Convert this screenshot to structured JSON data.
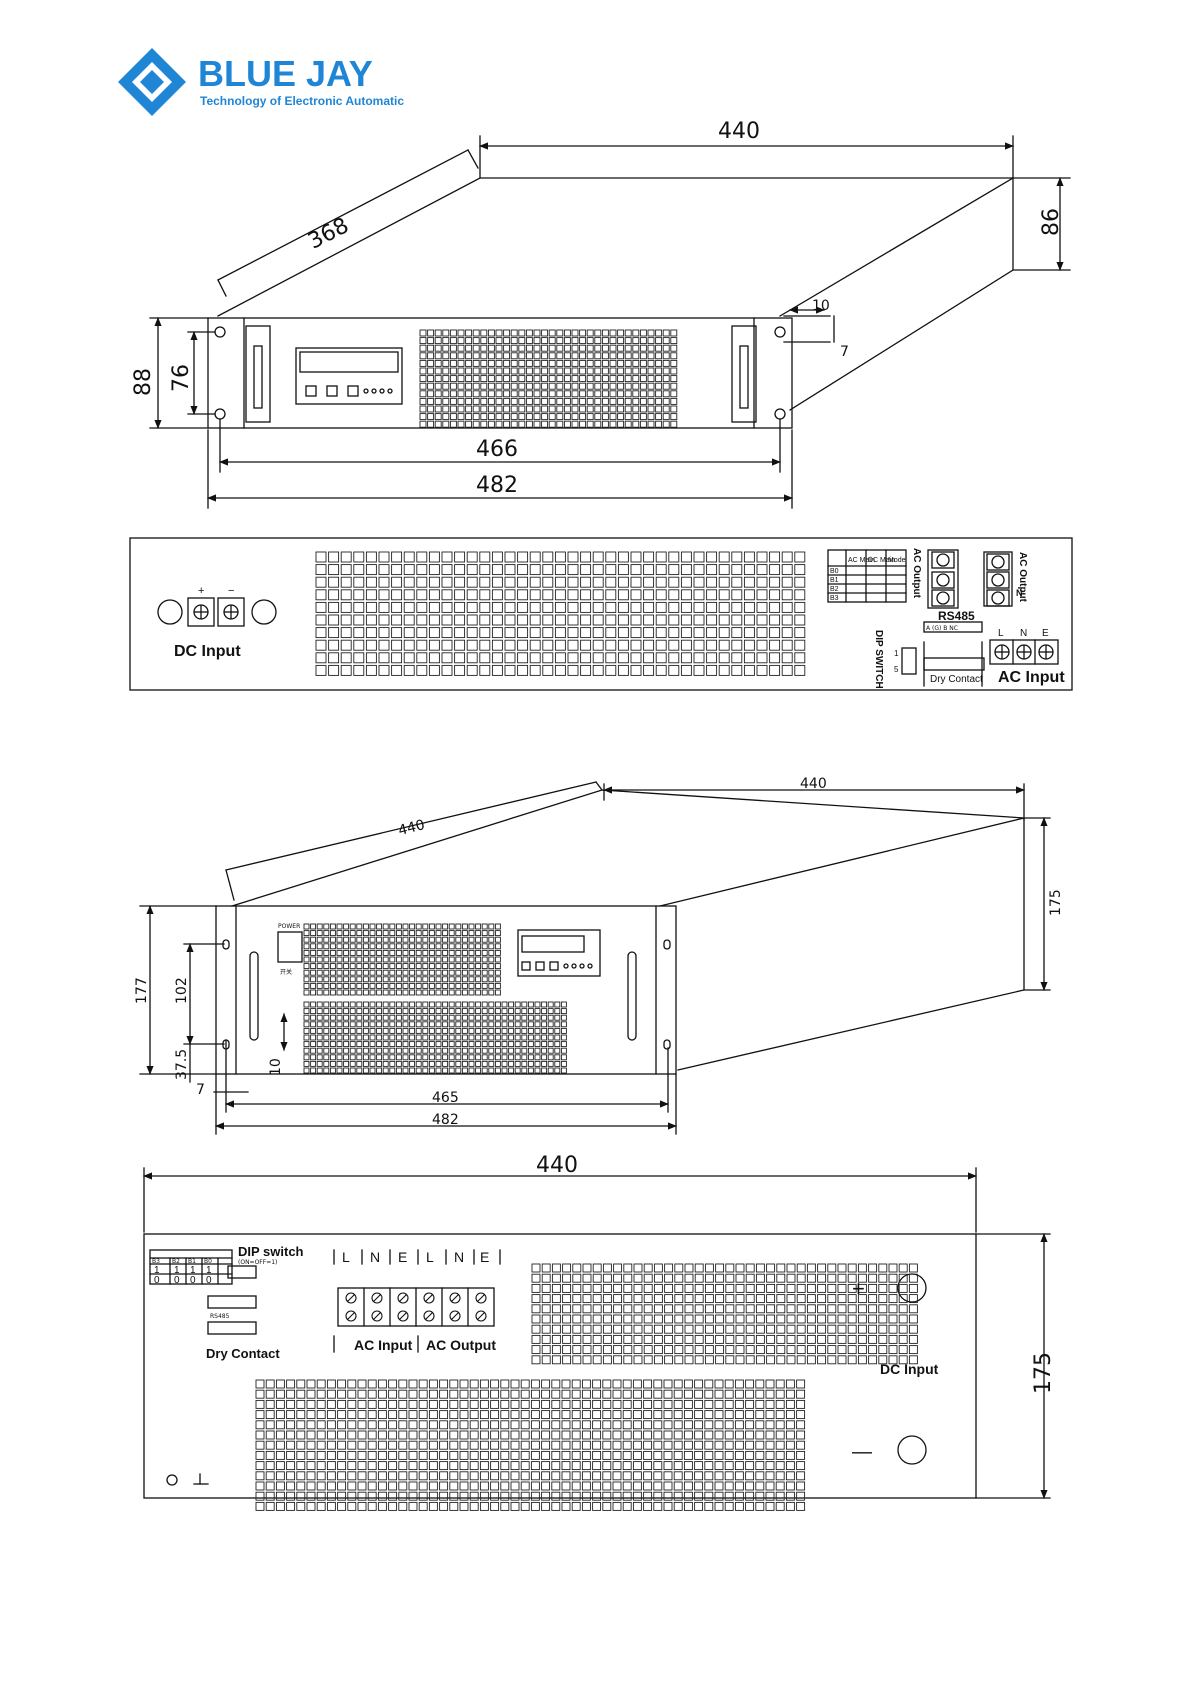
{
  "logo": {
    "name": "BLUE JAY",
    "tagline": "Technology of Electronic Automatic",
    "color": "#1f86d6"
  },
  "view1": {
    "dims": {
      "depth": "368",
      "width": "440",
      "height_depth": "86",
      "height": "88",
      "inner_height": "76",
      "hole_width": "466",
      "total_width": "482",
      "tab_w": "10",
      "tab_h": "7"
    }
  },
  "view2": {
    "dc_input": "DC Input",
    "plus": "+",
    "minus": "−",
    "ac_output": "AC Output",
    "ac_output_side": "AC Output",
    "n_label": "N",
    "rs485": "RS485",
    "rs485_pins": "A (G) B  NC",
    "dip_switch": "DIP SWITCH",
    "dip_1": "1",
    "dip_5": "5",
    "dry_contact": "Dry Contact",
    "ac_input": "AC Input",
    "ac_input_pins": [
      "L",
      "N",
      "E"
    ],
    "table": {
      "headers": [
        "",
        "AC Main",
        "DC Main",
        "Mode"
      ],
      "rows": [
        "B0",
        "B1",
        "B2",
        "B3"
      ]
    }
  },
  "view3": {
    "dims": {
      "depth": "440",
      "width": "440",
      "height_depth": "175",
      "height": "177",
      "inner_height": "102",
      "lower": "37.5",
      "tab_h": "10",
      "tab_w": "7",
      "hole_width": "465",
      "total_width": "482"
    },
    "power_label": "POWER",
    "switch_label": "开关"
  },
  "view4": {
    "dims": {
      "width": "440",
      "height": "175"
    },
    "dip_switch": "DIP switch",
    "dip_note": "(ON=OFF=1)",
    "dip_headers": [
      "B3",
      "B2",
      "B1",
      "B0"
    ],
    "dip_row1": [
      "1",
      "1",
      "1",
      "1"
    ],
    "dip_row2": [
      "0",
      "0",
      "0",
      "0"
    ],
    "rs485": "RS485",
    "dry_contact": "Dry Contact",
    "pins_top": [
      "L",
      "N",
      "E",
      "L",
      "N",
      "E"
    ],
    "ac_input": "AC Input",
    "ac_output": "AC Output",
    "plus": "+",
    "minus": "—",
    "dc_input": "DC Input"
  }
}
